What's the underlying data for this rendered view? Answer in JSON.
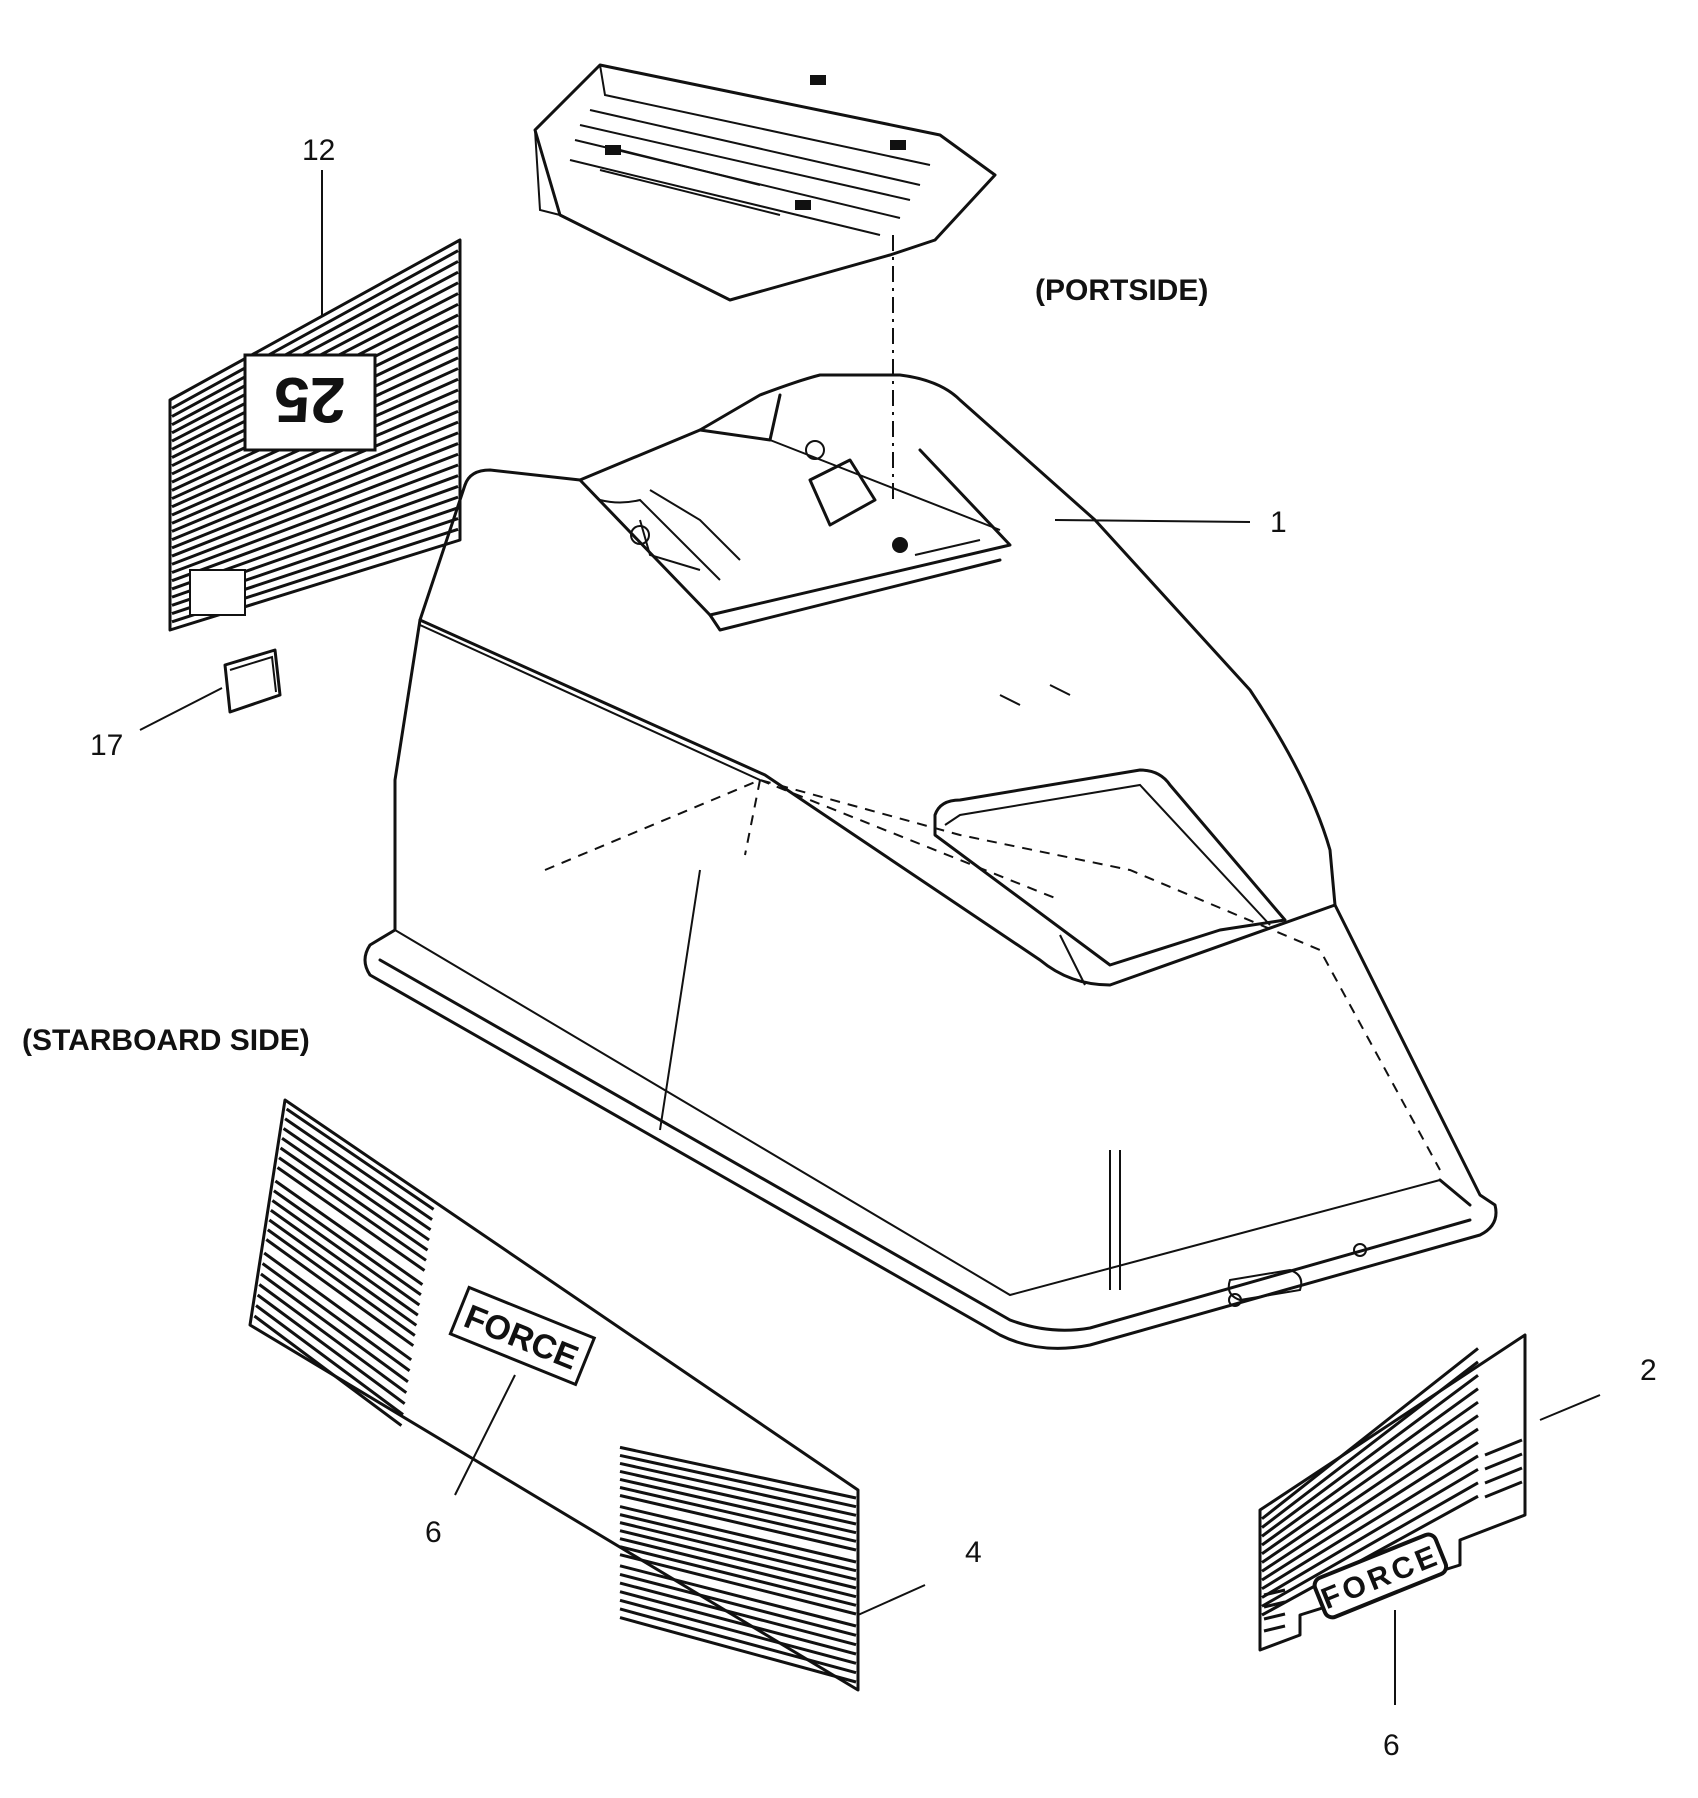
{
  "labels": {
    "portside": "(PORTSIDE)",
    "starboard": "(STARBOARD SIDE)",
    "callouts": [
      {
        "id": "c1",
        "text": "1"
      },
      {
        "id": "c2",
        "text": "2"
      },
      {
        "id": "c4",
        "text": "4"
      },
      {
        "id": "c6a",
        "text": "6"
      },
      {
        "id": "c6b",
        "text": "6"
      },
      {
        "id": "c12",
        "text": "12"
      },
      {
        "id": "c17",
        "text": "17"
      }
    ]
  },
  "decals": {
    "brand": "FORCE",
    "model_mark": "25"
  }
}
